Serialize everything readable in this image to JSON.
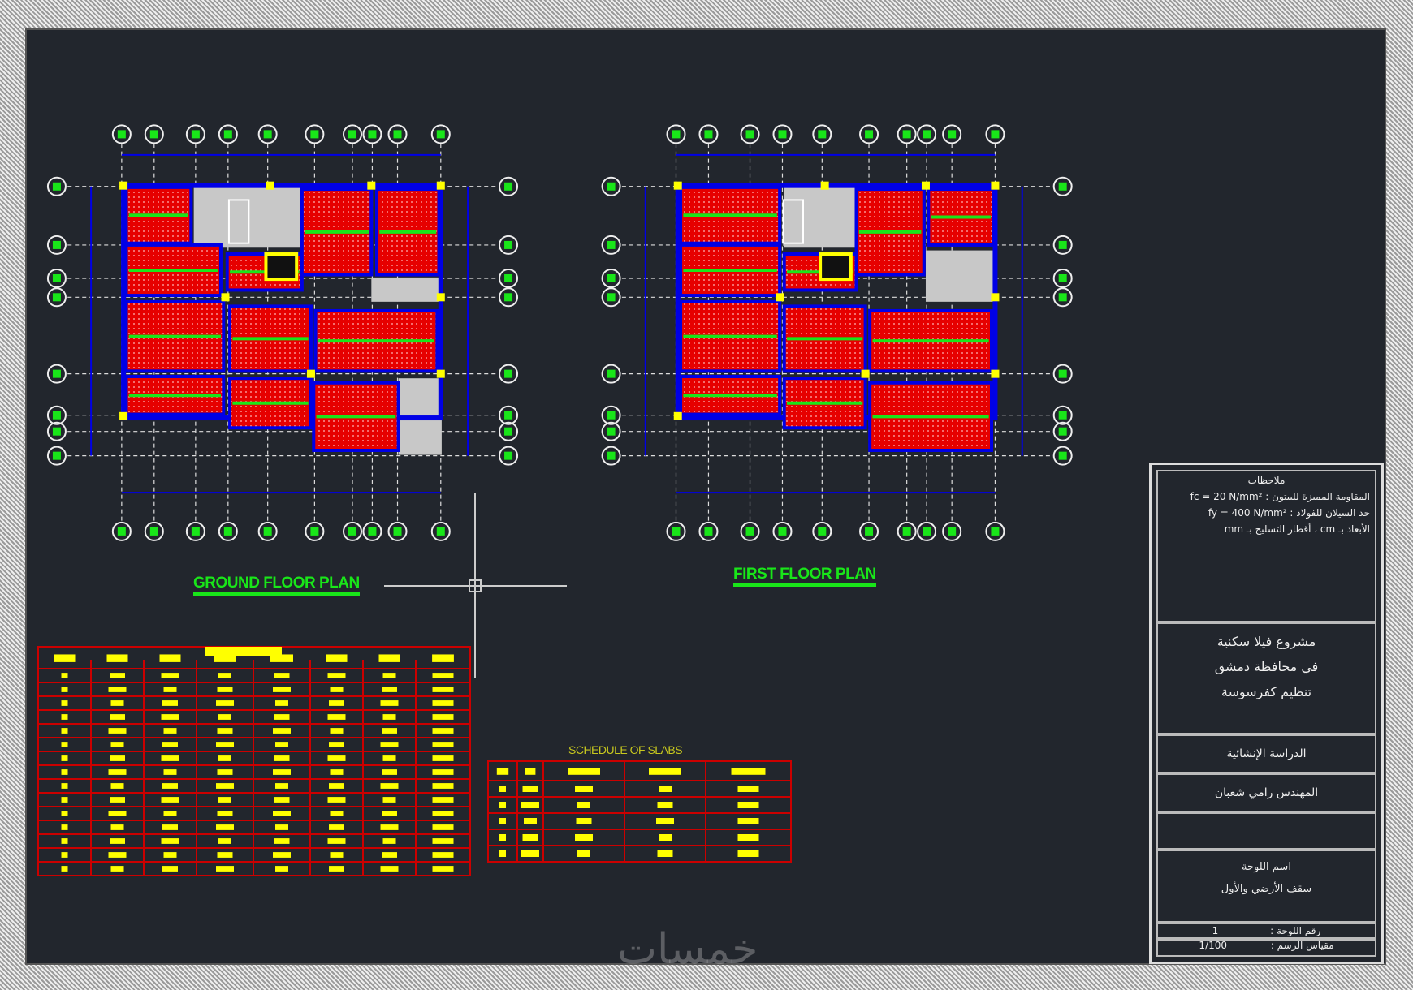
{
  "plans": {
    "ground_label": "GROUND FLOOR PLAN",
    "first_label": "FIRST FLOOR PLAN"
  },
  "schedule_title": "SCHEDULE OF SLABS",
  "title_block": {
    "notes_heading": "ملاحظات",
    "note_1": "المقاومة المميزة للبيتون : fc = 20 N/mm²",
    "note_2": "حد السيلان للفولاذ : fy = 400 N/mm²",
    "note_3": "الأبعاد بـ cm ، أقطار التسليح بـ mm",
    "project_line_1": "مشروع فيلا سكنية",
    "project_line_2": "في محافظة دمشق",
    "project_line_3": "تنظيم كفرسوسة",
    "study": "الدراسة الإنشائية",
    "engineer": "المهندس رامي شعبان",
    "sheet_name_label": "اسم اللوحة",
    "sheet_name": "سقف الأرضي والأول",
    "sheet_number_label": "رقم اللوحة :",
    "sheet_number": "1",
    "scale_label": "مقياس الرسم :",
    "scale": "1/100"
  },
  "watermark": "خمسات",
  "colors": {
    "background": "#22262d",
    "slab": "#e60000",
    "beam": "#0000e6",
    "grid": "#19e619",
    "table": "#cc0000",
    "text_block": "#ffff00"
  }
}
